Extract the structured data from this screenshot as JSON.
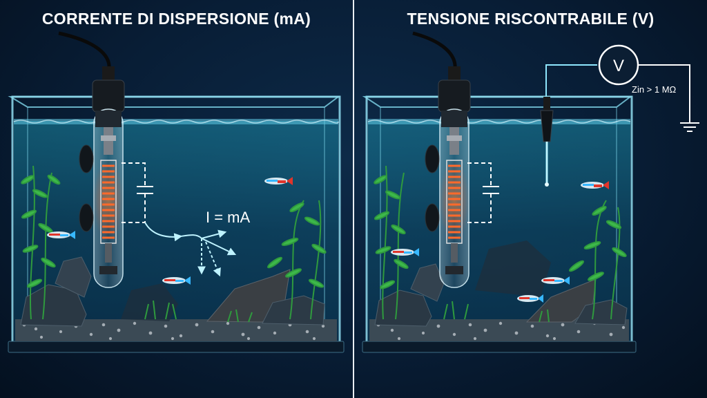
{
  "panels": {
    "left": {
      "title": "CORRENTE DI DISPERSIONE (mA)",
      "current_label": "I = mA"
    },
    "right": {
      "title": "TENSIONE RISCONTRABILE (V)",
      "voltmeter_symbol": "V",
      "impedance_label": "Zin > 1 MΩ"
    }
  },
  "colors": {
    "background": "#081d35",
    "water": "#0f5f78",
    "glow": "#8fe8ff",
    "heater_coil": "#ff6a2b",
    "text": "#ffffff"
  }
}
